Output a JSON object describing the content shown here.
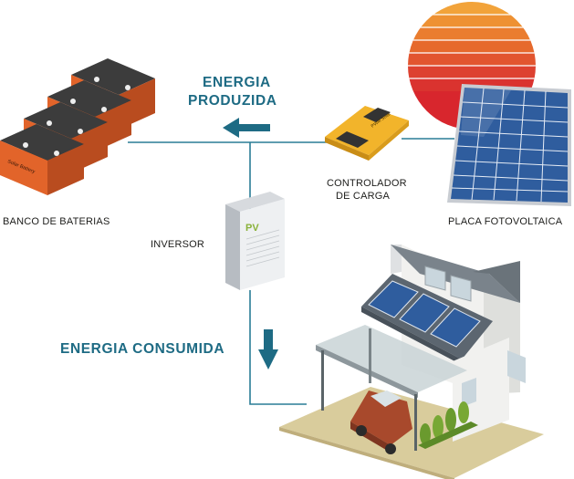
{
  "labels": {
    "energia_produzida_line1": "ENERGIA",
    "energia_produzida_line2": "PRODUZIDA",
    "energia_consumida": "ENERGIA CONSUMIDA",
    "banco_de_baterias": "BANCO DE BATERIAS",
    "inversor": "INVERSOR",
    "controlador_line1": "CONTROLADOR",
    "controlador_line2": "DE CARGA",
    "placa_fotovoltaica": "PLACA FOTOVOLTAICA"
  },
  "product_text": {
    "battery_brand": "Solar Battery",
    "inverter_brand": "PV",
    "controller_brand": "PWM Solar"
  },
  "colors": {
    "accent_text": "#1e6b84",
    "wire": "#2a7d96",
    "battery_body": "#e2642a",
    "battery_top": "#3c3c3c",
    "controller": "#f2b42b",
    "panel": "#2f5d9e",
    "sun_top": "#f2a33a",
    "sun_bottom": "#d8262d",
    "house_wall": "#f1f1ef",
    "roof": "#5c6670",
    "car": "#a8492c",
    "lawn": "#d9cc9c"
  }
}
